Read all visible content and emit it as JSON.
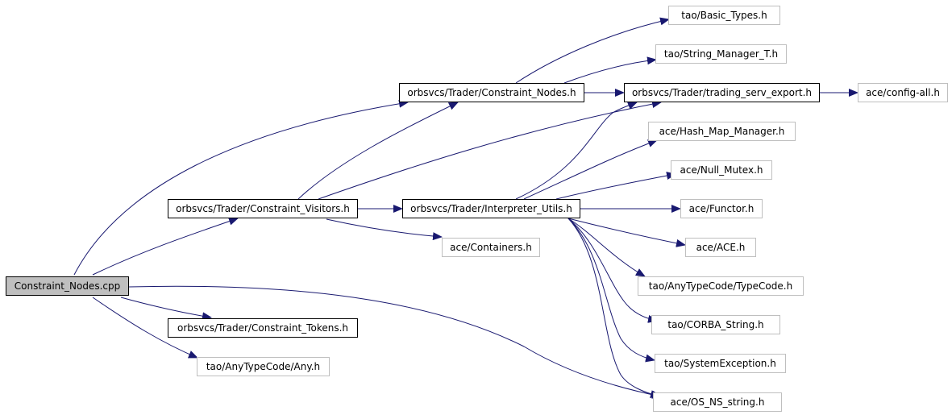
{
  "nodes": {
    "basic_types": "tao/Basic_Types.h",
    "string_manager": "tao/String_Manager_T.h",
    "constraint_nodes_h": "orbsvcs/Trader/Constraint_Nodes.h",
    "trading_serv_export": "orbsvcs/Trader/trading_serv_export.h",
    "config_all": "ace/config-all.h",
    "hash_map_manager": "ace/Hash_Map_Manager.h",
    "null_mutex": "ace/Null_Mutex.h",
    "constraint_visitors": "orbsvcs/Trader/Constraint_Visitors.h",
    "interpreter_utils": "orbsvcs/Trader/Interpreter_Utils.h",
    "functor": "ace/Functor.h",
    "containers": "ace/Containers.h",
    "ace_h": "ace/ACE.h",
    "constraint_nodes_cpp": "Constraint_Nodes.cpp",
    "typecode": "tao/AnyTypeCode/TypeCode.h",
    "constraint_tokens": "orbsvcs/Trader/Constraint_Tokens.h",
    "corba_string": "tao/CORBA_String.h",
    "any": "tao/AnyTypeCode/Any.h",
    "system_exception": "tao/SystemException.h",
    "os_ns_string": "ace/OS_NS_string.h"
  },
  "colors": {
    "edge": "#191970",
    "root_fill": "#bfbfbf",
    "external_border": "#bfbfbf",
    "local_border": "#000000"
  }
}
